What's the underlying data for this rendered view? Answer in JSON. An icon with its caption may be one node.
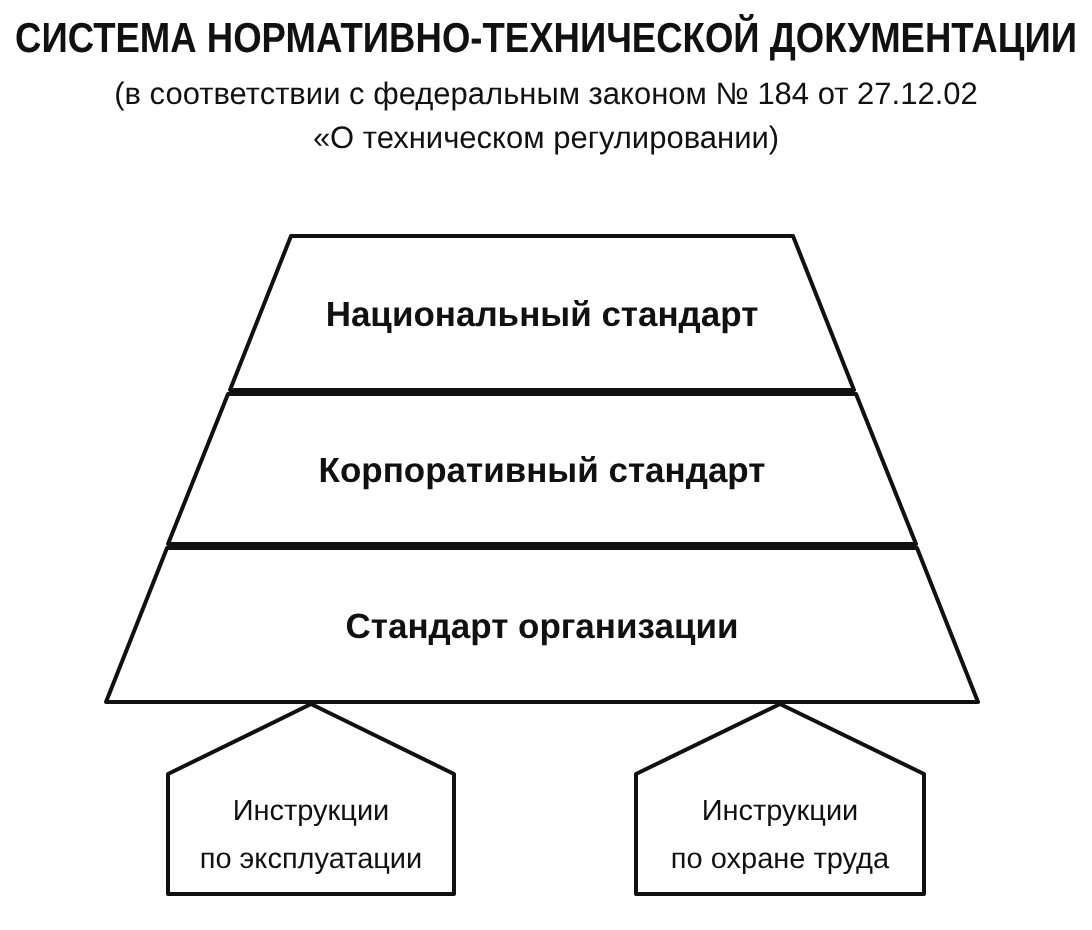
{
  "diagram": {
    "title": "СИСТЕМА НОРМАТИВНО-ТЕХНИЧЕСКОЙ ДОКУМЕНТАЦИИ",
    "nodes": [
      {
        "text": [
          "Национальный стандарт"
        ]
      },
      {
        "text": [
          "Корпоративный стандарт"
        ]
      },
      {
        "text": [
          "Стандарт организации"
        ]
      },
      {
        "text": [
          "Инструкции по эксплуатации"
        ]
      },
      {
        "text": [
          "Инструкции по охране труда"
        ]
      }
    ],
    "labels": [
      "(в соответствии с федеральным законом № 184 от 27.12.02 «О техническом регулировании)"
    ]
  }
}
